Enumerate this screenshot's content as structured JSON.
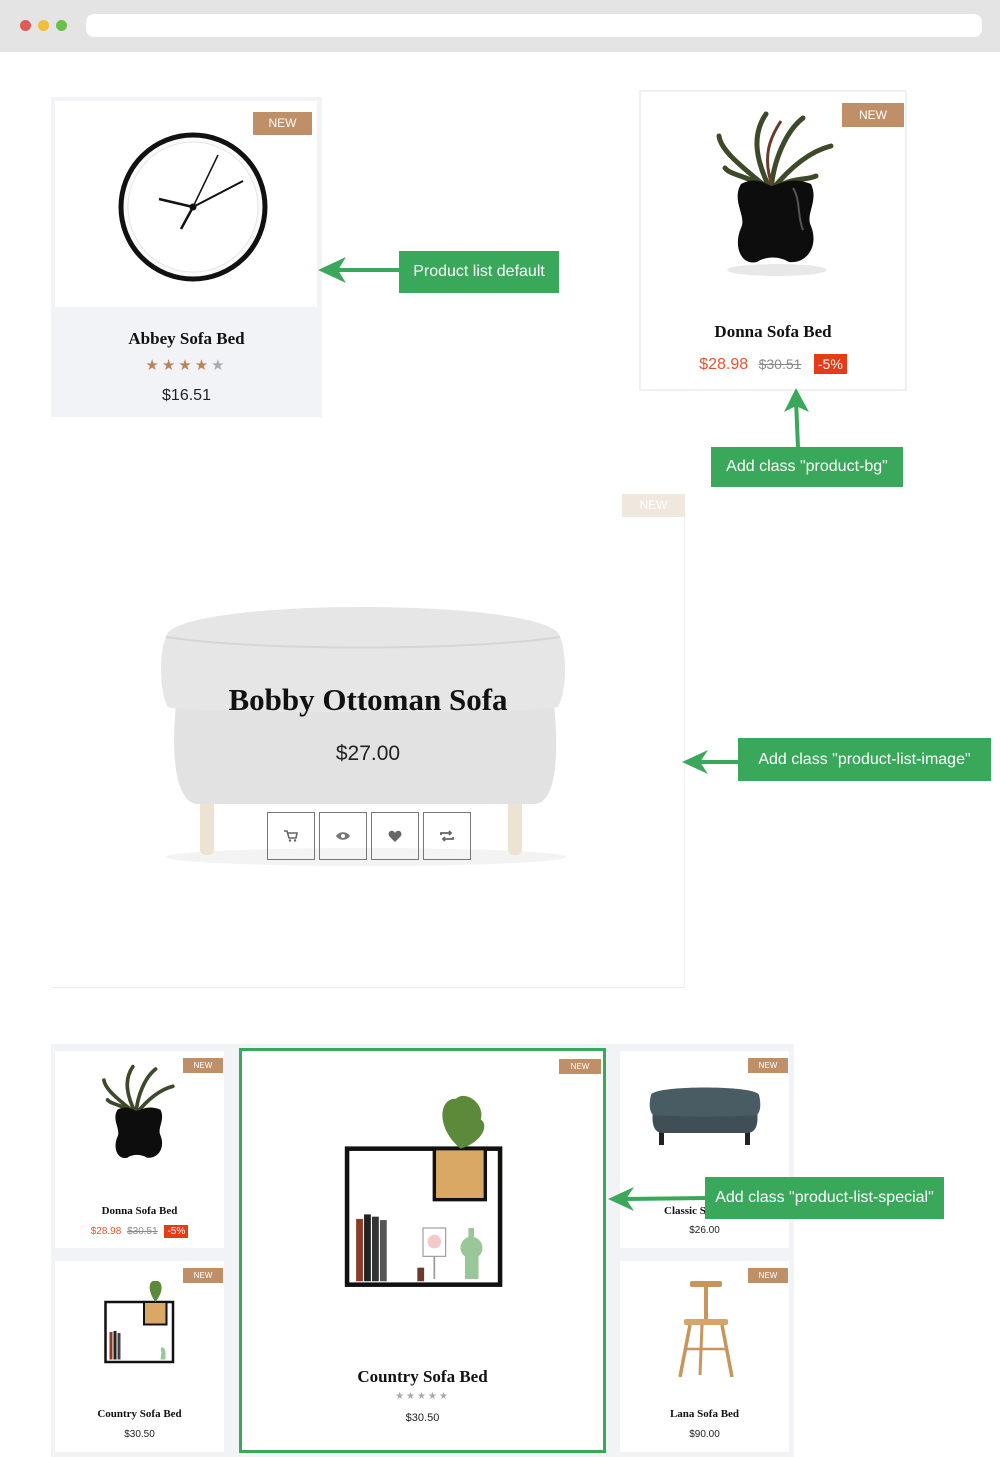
{
  "badges": {
    "new": "NEW"
  },
  "product_default": {
    "name": "Abbey Sofa Bed",
    "price": "$16.51",
    "rating": 4
  },
  "product_bg": {
    "name": "Donna Sofa Bed",
    "price": "$28.98",
    "old_price": "$30.51",
    "discount": "-5%"
  },
  "product_list_image": {
    "name": "Bobby Ottoman Sofa",
    "price": "$27.00"
  },
  "special": {
    "left_top": {
      "name": "Donna Sofa Bed",
      "price": "$28.98",
      "old_price": "$30.51",
      "discount": "-5%"
    },
    "left_bottom": {
      "name": "Country Sofa Bed",
      "price": "$30.50"
    },
    "center": {
      "name": "Country Sofa Bed",
      "price": "$30.50",
      "rating": 0
    },
    "right_top": {
      "name": "Classic S",
      "price": "$26.00"
    },
    "right_bottom": {
      "name": "Lana Sofa Bed",
      "price": "$90.00"
    }
  },
  "callouts": {
    "default": "Product list default",
    "bg": "Add class \"product-bg\"",
    "image": "Add class \"product-list-image\"",
    "special": "Add class \"product-list-special\""
  },
  "colors": {
    "callout": "#3aa85b",
    "badge": "#bf9067",
    "sale_price": "#e8532f",
    "discount": "#e23d18",
    "star": "#b98458"
  },
  "icons": [
    "cart-icon",
    "eye-icon",
    "heart-icon",
    "compare-icon",
    "clock-image",
    "plant-image",
    "ottoman-image",
    "shelf-image",
    "chair-image",
    "arrow-icon"
  ]
}
